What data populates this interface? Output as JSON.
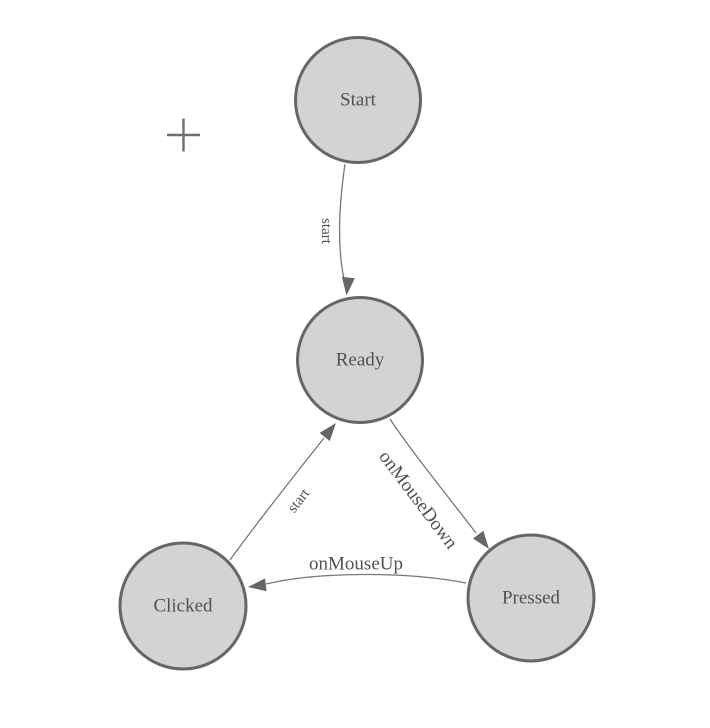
{
  "title": "Mouse state machine diagram",
  "colors": {
    "background": "#ffffff",
    "node_fill": "#d3d3d3",
    "node_border": "#666666",
    "edge_line": "#777777",
    "arrowhead": "#666666",
    "label_text": "#515151",
    "crosshair": "#6e6e6e"
  },
  "nodes": [
    {
      "id": "start",
      "label": "Start"
    },
    {
      "id": "ready",
      "label": "Ready"
    },
    {
      "id": "clicked",
      "label": "Clicked"
    },
    {
      "id": "pressed",
      "label": "Pressed"
    }
  ],
  "edges": [
    {
      "from": "Start",
      "to": "Ready",
      "label": "start"
    },
    {
      "from": "Ready",
      "to": "Pressed",
      "label": "onMouseDown"
    },
    {
      "from": "Pressed",
      "to": "Clicked",
      "label": "onMouseUp"
    },
    {
      "from": "Clicked",
      "to": "Ready",
      "label": "start"
    }
  ],
  "canvas": {
    "cursor_icon": "crosshair-plus"
  }
}
